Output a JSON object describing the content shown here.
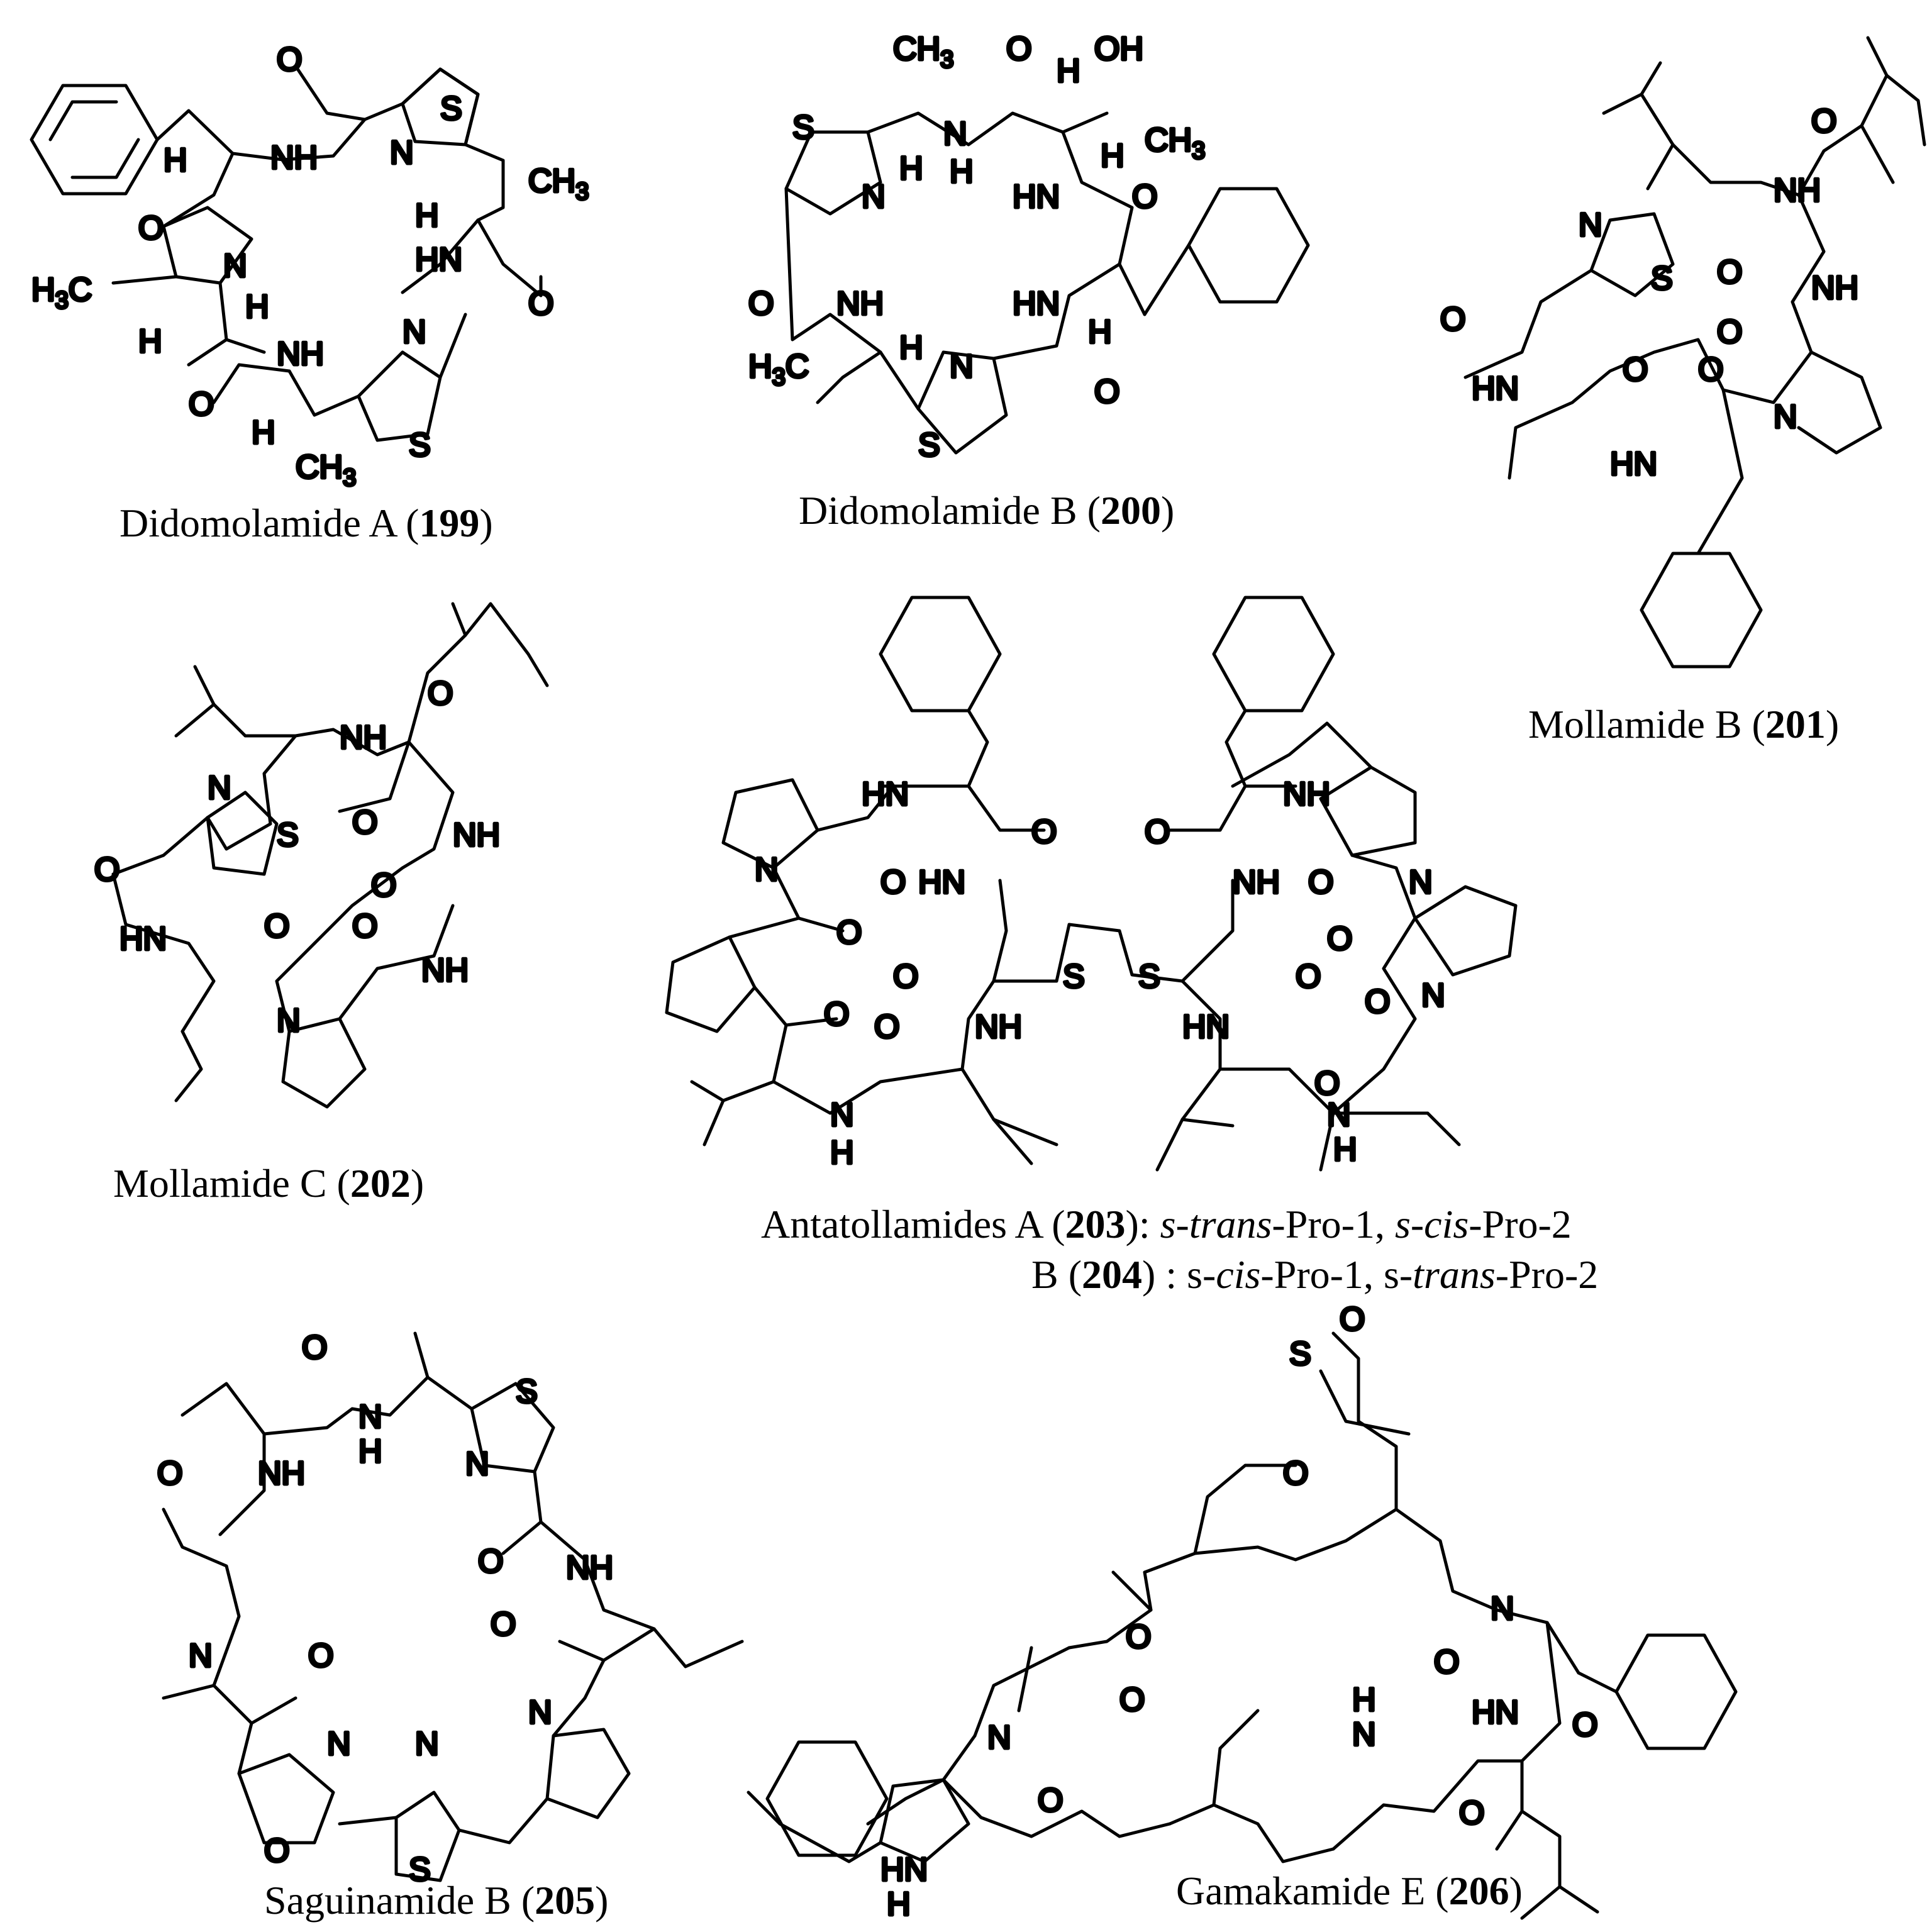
{
  "compounds": [
    {
      "id": "199",
      "name": "Didomolamide A"
    },
    {
      "id": "200",
      "name": "Didomolamide B"
    },
    {
      "id": "201",
      "name": "Mollamide B"
    },
    {
      "id": "202",
      "name": "Mollamide C"
    },
    {
      "id": "203",
      "name": "Antatollamides A",
      "suffix_parts": [
        "s-",
        "trans",
        "-Pro-1, ",
        "s-",
        "cis",
        "-Pro-2"
      ]
    },
    {
      "id": "204",
      "name": "B",
      "suffix_parts": [
        "s-",
        "cis",
        "-Pro-1, s-",
        "trans",
        "-Pro-2"
      ]
    },
    {
      "id": "205",
      "name": "Saguinamide B"
    },
    {
      "id": "206",
      "name": "Gamakamide E"
    }
  ],
  "atom_labels": {
    "methyl": "CH3",
    "methyl_left": "H3C",
    "hydroxyl": "OH",
    "amide_h": "NH",
    "amide_h_left": "HN",
    "nitrogen": "N",
    "oxygen": "O",
    "sulfur": "S",
    "hydrogen": "H"
  }
}
